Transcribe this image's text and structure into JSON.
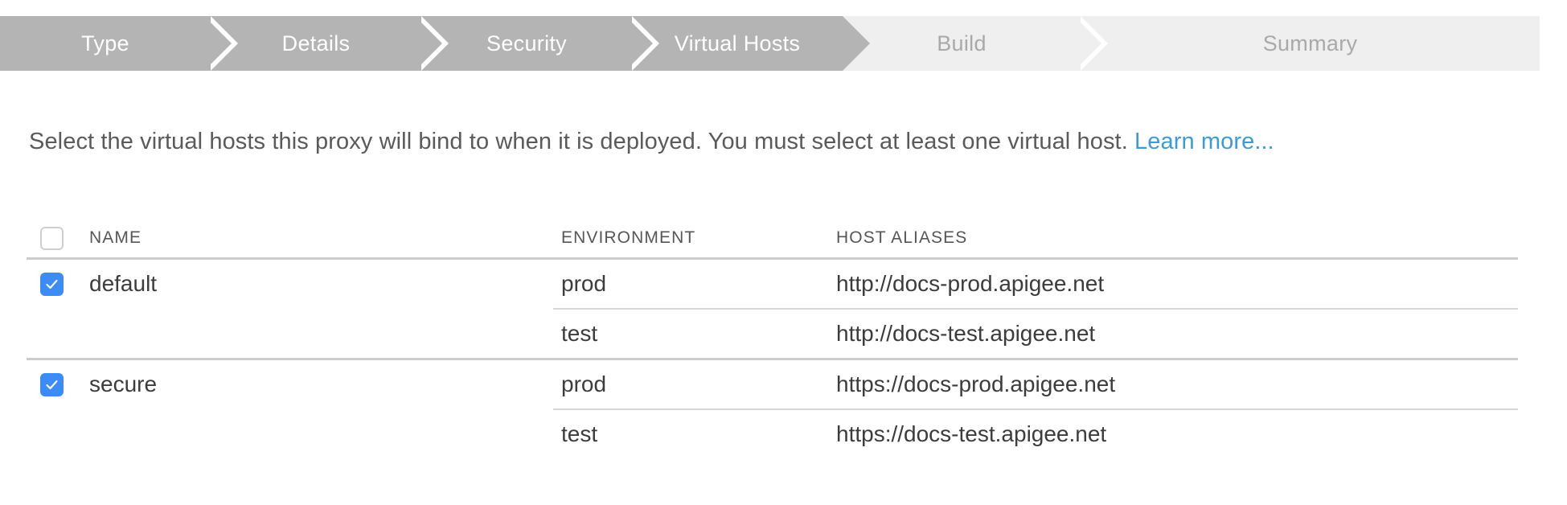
{
  "wizard": {
    "steps": [
      {
        "label": "Type",
        "state": "active"
      },
      {
        "label": "Details",
        "state": "active"
      },
      {
        "label": "Security",
        "state": "active"
      },
      {
        "label": "Virtual Hosts",
        "state": "active"
      },
      {
        "label": "Build",
        "state": "pending"
      },
      {
        "label": "Summary",
        "state": "pending"
      }
    ],
    "active_color": "#b4b4b4",
    "pending_color": "#efefef",
    "active_text_color": "#ffffff",
    "pending_text_color": "#a9a9a9"
  },
  "description": {
    "text": "Select the virtual hosts this proxy will bind to when it is deployed. You must select at least one virtual host.",
    "link_label": "Learn more...",
    "link_color": "#3f9ad4"
  },
  "table": {
    "headers": {
      "name": "NAME",
      "environment": "ENVIRONMENT",
      "host_aliases": "HOST ALIASES"
    },
    "select_all_checked": false,
    "checkbox_accent": "#3d8bf5",
    "groups": [
      {
        "name": "default",
        "checked": true,
        "rows": [
          {
            "environment": "prod",
            "host_alias": "http://docs-prod.apigee.net"
          },
          {
            "environment": "test",
            "host_alias": "http://docs-test.apigee.net"
          }
        ]
      },
      {
        "name": "secure",
        "checked": true,
        "rows": [
          {
            "environment": "prod",
            "host_alias": "https://docs-prod.apigee.net"
          },
          {
            "environment": "test",
            "host_alias": "https://docs-test.apigee.net"
          }
        ]
      }
    ]
  }
}
